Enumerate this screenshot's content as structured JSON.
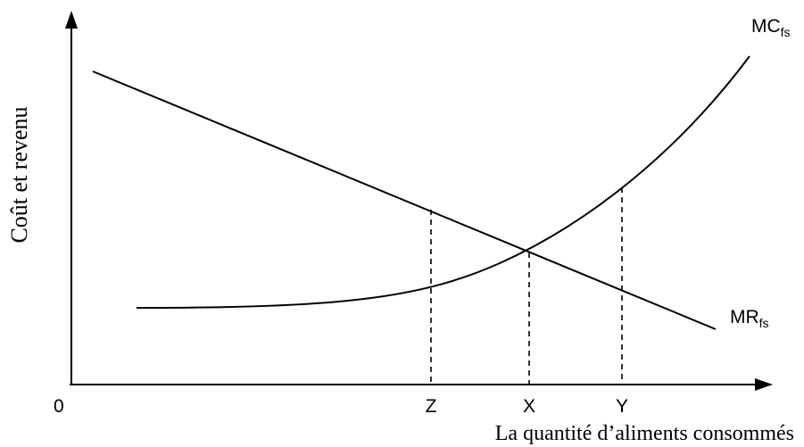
{
  "axes": {
    "origin_label": "0",
    "y_label": "Coût et revenu",
    "x_label": "La quantité d’aliments consommés"
  },
  "curves": {
    "mc": {
      "main": "MC",
      "sub": "fs"
    },
    "mr": {
      "main": "MR",
      "sub": "fs"
    }
  },
  "quantities": [
    "Z",
    "X",
    "Y"
  ]
}
